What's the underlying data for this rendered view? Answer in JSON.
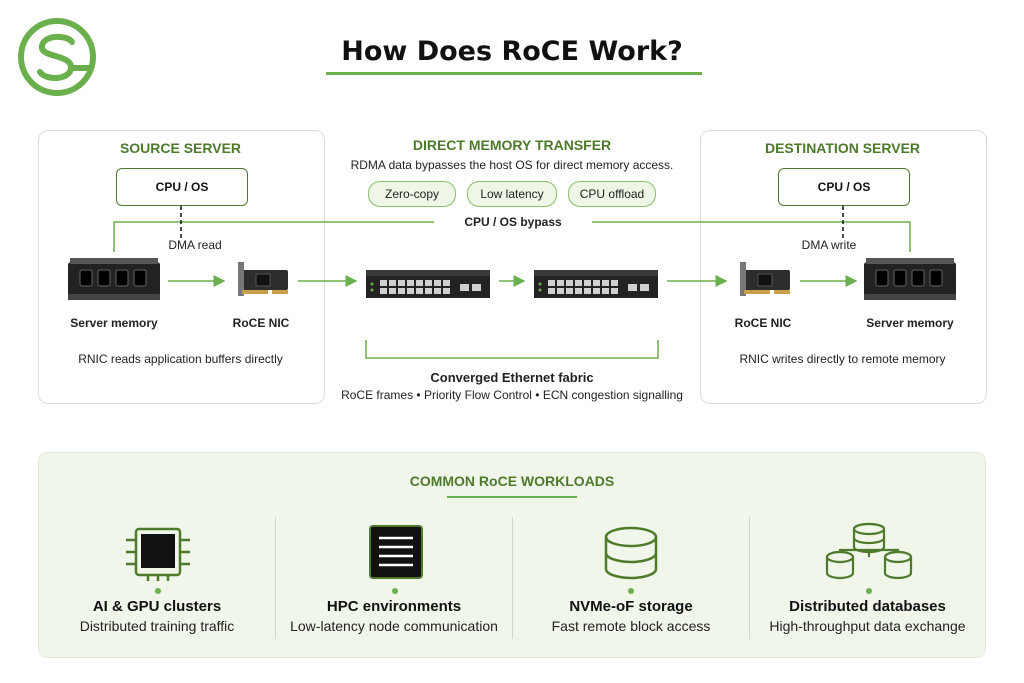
{
  "title": "How Does RoCE Work?",
  "colors": {
    "accent": "#6ab04c",
    "accent_dark": "#4e7a2c",
    "panel_fill": "#f0f6ea"
  },
  "source": {
    "heading": "SOURCE SERVER",
    "cpu": "CPU / OS",
    "dma": "DMA read",
    "memory_label": "Server memory",
    "nic_label": "RoCE NIC",
    "note": "RNIC reads application buffers directly"
  },
  "transfer": {
    "heading": "DIRECT MEMORY TRANSFER",
    "subtitle": "RDMA data bypasses the host OS for direct memory access.",
    "pills": [
      "Zero-copy",
      "Low latency",
      "CPU offload"
    ],
    "bypass": "CPU / OS bypass",
    "fabric_title": "Converged Ethernet fabric",
    "fabric_desc": "RoCE frames • Priority Flow Control • ECN congestion signalling"
  },
  "destination": {
    "heading": "DESTINATION SERVER",
    "cpu": "CPU / OS",
    "dma": "DMA write",
    "nic_label": "RoCE NIC",
    "memory_label": "Server memory",
    "note": "RNIC writes directly to remote memory"
  },
  "workloads": {
    "heading": "COMMON RoCE WORKLOADS",
    "items": [
      {
        "icon": "gpu-chip-icon",
        "name": "AI & GPU clusters",
        "desc": "Distributed training traffic"
      },
      {
        "icon": "server-rack-icon",
        "name": "HPC environments",
        "desc": "Low-latency node communication"
      },
      {
        "icon": "storage-disk-icon",
        "name": "NVMe-oF storage",
        "desc": "Fast remote block access"
      },
      {
        "icon": "distributed-database-icon",
        "name": "Distributed databases",
        "desc": "High-throughput data exchange"
      }
    ]
  }
}
